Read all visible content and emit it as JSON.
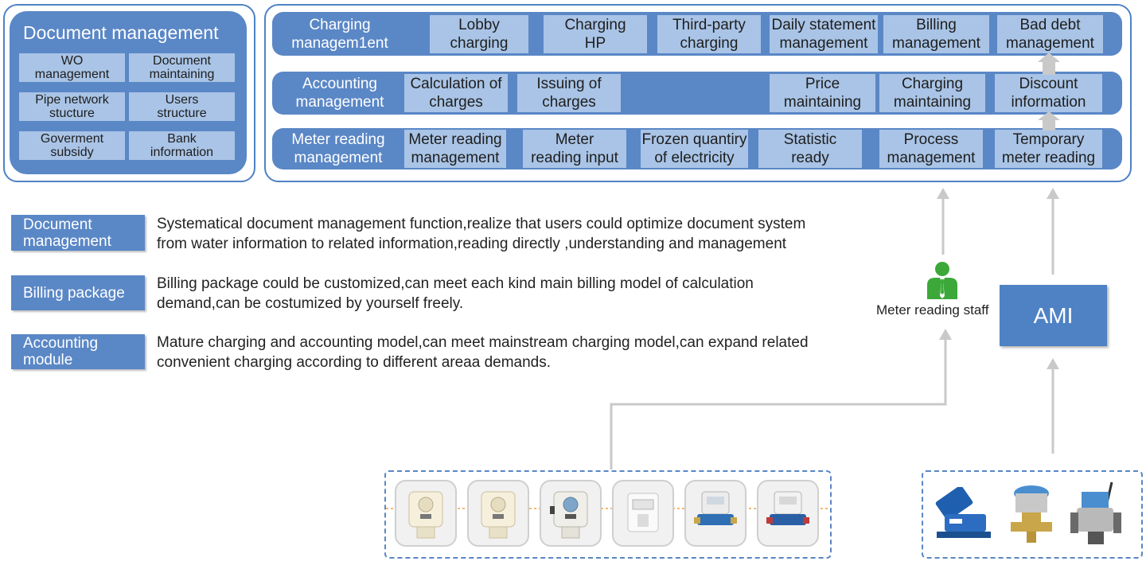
{
  "document_panel": {
    "title": "Document management",
    "cells": [
      "WO\nmanagement",
      "Document\nmaintaining",
      "Pipe network\nstucture",
      "Users\nstructure",
      "Goverment\nsubsidy",
      "Bank\ninformation"
    ]
  },
  "charging_row": {
    "label": "Charging\nmanagem1ent",
    "cells": [
      "Lobby\ncharging",
      "Charging\nHP",
      "Third-party\ncharging",
      "Daily statement\nmanagement",
      "Billing\nmanagement",
      "Bad debt\nmanagement"
    ]
  },
  "accounting_row": {
    "label": "Accounting\nmanagement",
    "cells": [
      "Calculation of\ncharges",
      "Issuing of\ncharges",
      "Price\nmaintaining",
      "Charging\nmaintaining",
      "Discount\ninformation"
    ]
  },
  "meter_row": {
    "label": "Meter reading\nmanagement",
    "cells": [
      "Meter reading\nmanagement",
      "Meter\nreading input",
      "Frozen quantiry\nof electricity",
      "Statistic\nready",
      "Process\nmanagement",
      "Temporary\nmeter reading"
    ]
  },
  "features": [
    {
      "tag": "Document\nmanagement",
      "text": "Systematical document management function,realize that users could optimize document system\nfrom water information to related information,reading directly ,understanding and management"
    },
    {
      "tag": "Billing package",
      "text": "Billing package could be customized,can meet each kind main billing model of calculation\ndemand,can be costumized by yourself freely."
    },
    {
      "tag": "Accounting\n module",
      "text": "Mature charging and accounting model,can meet mainstream charging model,can expand related\nconvenient charging according to different areaa demands."
    }
  ],
  "staff_label": "Meter reading staff",
  "ami_label": "AMI",
  "colors": {
    "panel_blue": "#5a87c6",
    "cell_blue": "#a9c4e6",
    "frame_blue": "#4e82c4",
    "arrow_gray": "#c9c9c9",
    "dotted_orange": "#f0a040"
  },
  "icons": [
    "user-icon",
    "meter-icon",
    "arrow-up-icon"
  ]
}
